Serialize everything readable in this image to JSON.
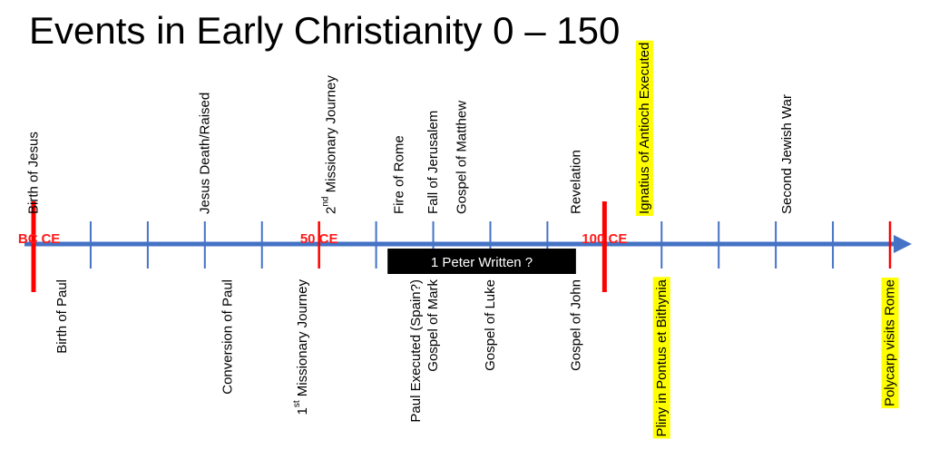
{
  "title": "Events in Early Christianity 0 – 150",
  "colors": {
    "axis": "#4472C4",
    "milestone": "#FF0000",
    "highlight": "#FFFF00",
    "span_bg": "#000000",
    "span_text": "#FFFFFF"
  },
  "era_labels": [
    {
      "text": "BC",
      "year": -1
    },
    {
      "text": "CE",
      "year": 3
    },
    {
      "text": "50 CE",
      "year": 50
    },
    {
      "text": "100 CE",
      "year": 100
    }
  ],
  "events_above": [
    {
      "label": "Birth of Jesus",
      "year": 0,
      "highlight": false
    },
    {
      "label": "Jesus Death/Raised",
      "year": 30,
      "highlight": false
    },
    {
      "label": "2nd Missionary Journey",
      "year": 52,
      "highlight": false,
      "sup_start": 1,
      "sup_end": 3
    },
    {
      "label": "Fire of Rome",
      "year": 64,
      "highlight": false
    },
    {
      "label": "Fall of Jerusalem",
      "year": 70,
      "highlight": false
    },
    {
      "label": "Gospel of Matthew",
      "year": 75,
      "highlight": false
    },
    {
      "label": "Revelation",
      "year": 95,
      "highlight": false
    },
    {
      "label": "Ignatius of Antioch Executed",
      "year": 107,
      "highlight": true
    },
    {
      "label": "Second Jewish War",
      "year": 132,
      "highlight": false
    }
  ],
  "events_below": [
    {
      "label": "Birth of Paul",
      "year": 5,
      "highlight": false
    },
    {
      "label": "Conversion of Paul",
      "year": 34,
      "highlight": false
    },
    {
      "label": "1st Missionary Journey",
      "year": 47,
      "highlight": false,
      "sup_start": 1,
      "sup_end": 3
    },
    {
      "label": "Paul Executed (Spain?)",
      "year": 67,
      "highlight": false
    },
    {
      "label": "Gospel of Mark",
      "year": 70,
      "highlight": false
    },
    {
      "label": "Gospel of Luke",
      "year": 80,
      "highlight": false
    },
    {
      "label": "Gospel of John",
      "year": 95,
      "highlight": false
    },
    {
      "label": "Pliny in Pontus et Bithynia",
      "year": 110,
      "highlight": true
    },
    {
      "label": "Polycarp visits Rome",
      "year": 150,
      "highlight": true
    }
  ],
  "span": {
    "label": "1 Peter Written ?",
    "start_year": 62,
    "end_year": 95
  },
  "tick_years": [
    10,
    20,
    30,
    40,
    60,
    70,
    80,
    90,
    110,
    120,
    130,
    140
  ],
  "milestone_years": [
    0,
    50,
    100,
    150
  ]
}
